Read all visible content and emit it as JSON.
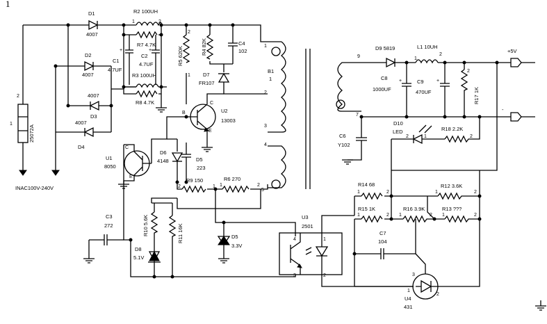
{
  "sheet_index": "1",
  "labels": {
    "D1": "D1",
    "D1v": "4007",
    "D2": "D2",
    "D2v": "4007",
    "D3": "D3",
    "D3v": "4007",
    "D4": "D4",
    "D4v": "4007",
    "R2": "R2 100UH",
    "R7": "R7 4.7K",
    "C1": "C1",
    "C1v": "4.7UF",
    "C2": "C2",
    "C2v": "4.7UF",
    "R3": "R3 100UH",
    "R8": "R8 4.7K",
    "R5": "R5 620K",
    "R4": "R4 82K",
    "C4": "C4",
    "C4v": "102",
    "D7": "D7",
    "D7v": "FR107",
    "B1": "B1",
    "B1v": "1",
    "U2": "U2",
    "U2v": "13003",
    "U1": "U1",
    "U1v": "8050",
    "D6": "D6",
    "D6v": "4148",
    "D5": "D5",
    "D5v": "223",
    "R9": "R9 150",
    "R6": "R6 270",
    "C3": "C3",
    "C3v": "272",
    "R10": "R10 5.6K",
    "R11": "R11 16K",
    "D8": "D8",
    "D8v": "5.1V",
    "D5b": "D5",
    "D5bv": "3.3V",
    "U3": "U3",
    "U3v": "2501",
    "fuse": "25072A",
    "input": "INAC100V-240V",
    "D9": "D9 5819",
    "L1": "L1 10UH",
    "C8": "C8",
    "C8v": "1000UF",
    "C9": "C9",
    "C9v": "470UF",
    "R17": "R17 1K",
    "C6": "C6",
    "C6v": "Y102",
    "D10": "D10",
    "D10v": "LED",
    "R18": "R18 2.2K",
    "R14": "R14 68",
    "R12": "R12 3.6K",
    "R15": "R15 1K",
    "R16": "R16 3.9K",
    "R13": "R13 ???",
    "C7": "C7",
    "C7v": "104",
    "U4": "U4",
    "U4v": "431",
    "out_pos": "+5V",
    "out_neg": "-"
  }
}
